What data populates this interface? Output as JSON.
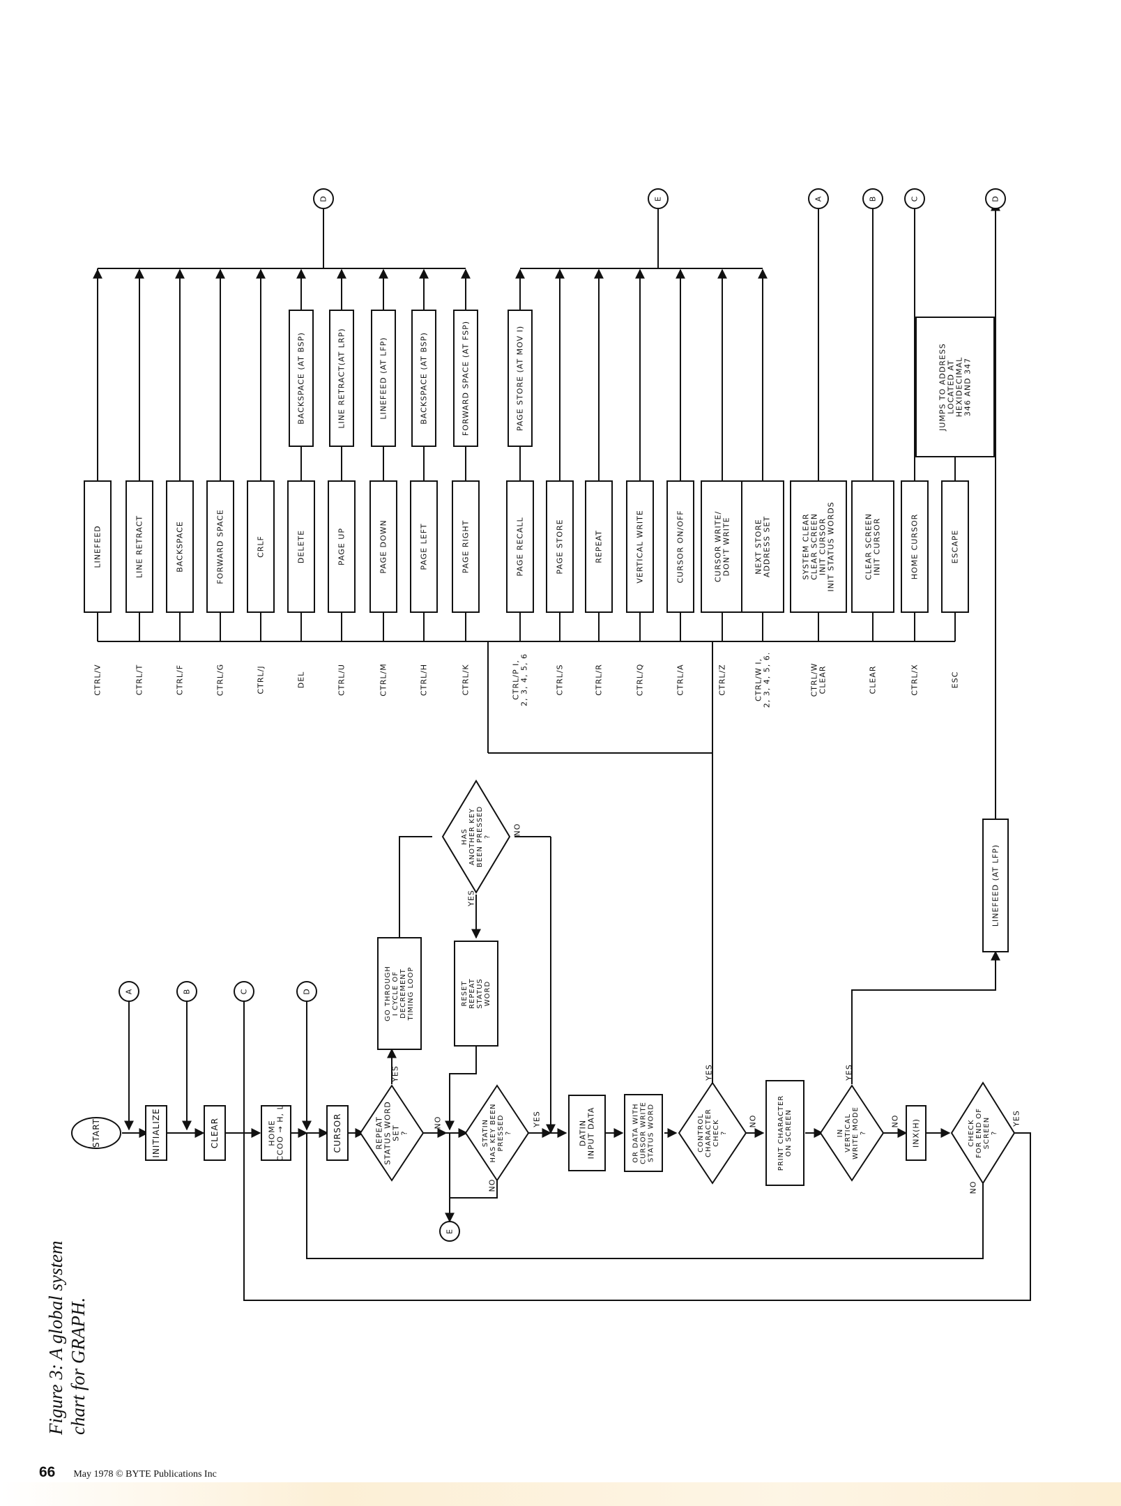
{
  "figure": {
    "caption_line1": "Figure 3: A global system",
    "caption_line2": "chart for GRAPH."
  },
  "footer": {
    "page_number": "66",
    "publisher": "May 1978 © BYTE Publications Inc"
  },
  "main_flow": {
    "start": "START",
    "initialize": "INITIALIZE",
    "clear": "CLEAR",
    "home": [
      "HOME",
      "CCOO → H, L"
    ],
    "cursor": "CURSOR",
    "repeat_check": [
      "REPEAT",
      "STATUS WORD",
      "SET",
      "?"
    ],
    "go_through": [
      "GO THROUGH",
      "I CYCLE OF",
      "DECREMENT",
      "TIMING LOOP"
    ],
    "another_key": [
      "HAS",
      "ANOTHER KEY",
      "BEEN PRESSED",
      "?"
    ],
    "reset_repeat": [
      "RESET",
      "REPEAT",
      "STATUS",
      "WORD"
    ],
    "statin": [
      "STATIN",
      "HAS KEY BEEN",
      "PRESSED",
      "?"
    ],
    "datin": [
      "DATIN",
      "INPUT DATA"
    ],
    "or_data": [
      "OR DATA WITH",
      "CURSOR WRITE",
      "STATUS WORD"
    ],
    "control_check": [
      "CONTROL",
      "CHARACTER",
      "CHECK",
      "?"
    ],
    "print_char": [
      "PRINT CHARACTER",
      "ON SCREEN"
    ],
    "vertical_mode": [
      "IN",
      "VERTICAL",
      "WRITE MODE",
      "?"
    ],
    "inx": "INX(H)",
    "end_check": [
      "CHECK",
      "FOR END OF",
      "SCREEN",
      "?"
    ],
    "linefeed_lfp": "LINEFEED (AT LFP)"
  },
  "labels": {
    "yes": "YES",
    "no": "NO",
    "connector_a": "A",
    "connector_b": "B",
    "connector_c": "C",
    "connector_d": "D",
    "connector_e": "E"
  },
  "command_table": [
    {
      "key": [
        "CTRL/V"
      ],
      "routine": [
        "LINEFEED"
      ],
      "sub": null
    },
    {
      "key": [
        "CTRL/T"
      ],
      "routine": [
        "LINE RETRACT"
      ],
      "sub": null
    },
    {
      "key": [
        "CTRL/F"
      ],
      "routine": [
        "BACKSPACE"
      ],
      "sub": null
    },
    {
      "key": [
        "CTRL/G"
      ],
      "routine": [
        "FORWARD SPACE"
      ],
      "sub": null
    },
    {
      "key": [
        "CTRL/J"
      ],
      "routine": [
        "CRLF"
      ],
      "sub": null
    },
    {
      "key": [
        "DEL"
      ],
      "routine": [
        "DELETE"
      ],
      "sub": "BACKSPACE (AT BSP)"
    },
    {
      "key": [
        "CTRL/U"
      ],
      "routine": [
        "PAGE UP"
      ],
      "sub": "LINE RETRACT(AT LRP)"
    },
    {
      "key": [
        "CTRL/M"
      ],
      "routine": [
        "PAGE DOWN"
      ],
      "sub": "LINEFEED (AT LFP)"
    },
    {
      "key": [
        "CTRL/H"
      ],
      "routine": [
        "PAGE LEFT"
      ],
      "sub": "BACKSPACE (AT BSP)"
    },
    {
      "key": [
        "CTRL/K"
      ],
      "routine": [
        "PAGE RIGHT"
      ],
      "sub": "FORWARD SPACE (AT FSP)"
    },
    {
      "key": [
        "CTRL/P I,",
        "2, 3, 4, 5, 6"
      ],
      "routine": [
        "PAGE RECALL"
      ],
      "sub": "PAGE STORE (AT MOV I)"
    },
    {
      "key": [
        "CTRL/S"
      ],
      "routine": [
        "PAGE STORE"
      ],
      "sub": null
    },
    {
      "key": [
        "CTRL/R"
      ],
      "routine": [
        "REPEAT"
      ],
      "sub": null
    },
    {
      "key": [
        "CTRL/Q"
      ],
      "routine": [
        "VERTICAL WRITE"
      ],
      "sub": null
    },
    {
      "key": [
        "CTRL/A"
      ],
      "routine": [
        "CURSOR ON/OFF"
      ],
      "sub": null
    },
    {
      "key": [
        "CTRL/Z"
      ],
      "routine": [
        "CURSOR WRITE/",
        "DON'T WRITE"
      ],
      "sub": null
    },
    {
      "key": [
        "CTRL/W I,",
        "2, 3, 4, 5, 6."
      ],
      "routine": [
        "NEXT STORE",
        "ADDRESS SET"
      ],
      "sub": null
    },
    {
      "key": [
        "CTRL/W",
        "CLEAR"
      ],
      "routine": [
        "SYSTEM CLEAR",
        "CLEAR SCREEN",
        "INIT CURSOR",
        "INIT STATUS WORDS"
      ],
      "sub": null
    },
    {
      "key": [
        "CLEAR"
      ],
      "routine": [
        "CLEAR SCREEN",
        "INIT CURSOR"
      ],
      "sub": null
    },
    {
      "key": [
        "CTRL/X"
      ],
      "routine": [
        "HOME CURSOR"
      ],
      "sub": null
    },
    {
      "key": [
        "ESC"
      ],
      "routine": [
        "ESCAPE"
      ],
      "sub": null
    }
  ],
  "escape_note": [
    "JUMPS TO ADDRESS",
    "LOCATED AT",
    "HEXIDECIMAL",
    "346 AND 347"
  ]
}
